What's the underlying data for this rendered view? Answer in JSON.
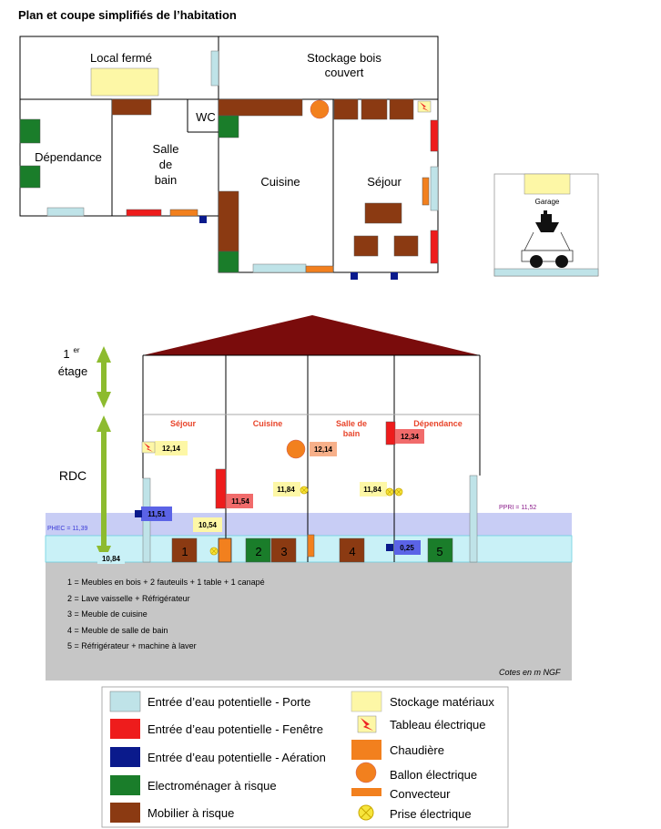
{
  "title": "Plan et coupe simplifiés de l’habitation",
  "plan": {
    "rooms": {
      "local_ferme": "Local fermé",
      "stockage_bois_l1": "Stockage bois",
      "stockage_bois_l2": "couvert",
      "wc": "WC",
      "dependance": "Dépendance",
      "salle_l1": "Salle",
      "salle_l2": "de",
      "salle_l3": "bain",
      "cuisine": "Cuisine",
      "sejour": "Séjour",
      "garage": "Garage"
    }
  },
  "section": {
    "floor_label_sup": "er",
    "floor_label_num": "1",
    "floor_label": "étage",
    "rdc_label": "RDC",
    "rooms": {
      "sejour": "Séjour",
      "cuisine": "Cuisine",
      "salle_l1": "Salle de",
      "salle_l2": "bain",
      "dependance": "Dépendance"
    },
    "levels": {
      "sejour_tableau": "12,14",
      "sejour_door": "11,51",
      "sejour_prise": "10,54",
      "cuisine_window": "11,54",
      "cuisine_prise": "11,84",
      "ballon": "12,14",
      "salle_prise": "11,84",
      "dependance_window": "12,34",
      "dependance_aeration": "0,25",
      "ground": "10,84"
    },
    "phec": "PHEC = 11,39",
    "ppri": "PPRI = 11,52",
    "furniture_numbers": [
      "1",
      "2",
      "3",
      "4",
      "5"
    ],
    "notes": [
      "1 = Meubles en bois + 2 fauteuils + 1 table + 1 canapé",
      "2 = Lave vaisselle  + Réfrigérateur",
      "3 = Meuble de cuisine",
      "4 = Meuble de salle de bain",
      "5 = Réfrigérateur + machine à laver"
    ],
    "cotes": "Cotes en m NGF"
  },
  "legend": {
    "porte": "Entrée d’eau potentielle - Porte",
    "fenetre": "Entrée d’eau potentielle - Fenêtre",
    "aeration": "Entrée d’eau potentielle - Aération",
    "electromenager": "Electroménager à risque",
    "mobilier": "Mobilier à risque",
    "stockage": "Stockage matériaux",
    "tableau": "Tableau électrique",
    "chaudiere": "Chaudière",
    "ballon": "Ballon électrique",
    "convecteur": "Convecteur",
    "prise": "Prise électrique"
  },
  "colors": {
    "porte": "#bfe3e8",
    "fenetre": "#ee1c1c",
    "aeration": "#0a1a8c",
    "electromenager": "#1a7d2a",
    "mobilier": "#8b3a12",
    "stockage": "#fdf7a6",
    "chaudiere": "#f2801e",
    "roof": "#7a0c0c",
    "water": "#c9f1f7",
    "phec_band": "#c8cdf5",
    "ground": "#c6c6c6"
  }
}
